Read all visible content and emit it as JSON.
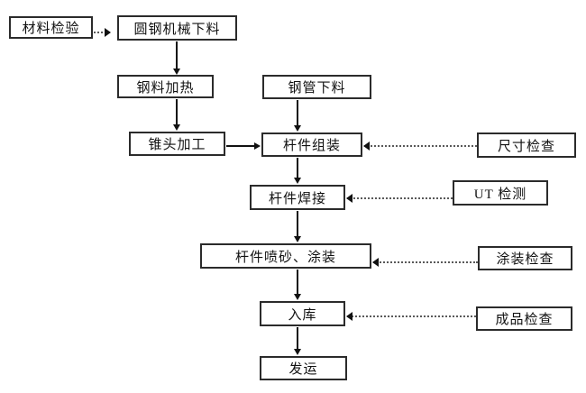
{
  "diagram": {
    "type": "flowchart",
    "language": "zh-CN",
    "description_of_flow": "fabrication process flow with quality inspection feedback steps",
    "nodes": {
      "material_inspection": {
        "label": "材料检验"
      },
      "round_steel_cutting": {
        "label": "圆钢机械下料"
      },
      "steel_heating": {
        "label": "钢料加热"
      },
      "steel_pipe_cutting": {
        "label": "钢管下料"
      },
      "cone_head_processing": {
        "label": "锥头加工"
      },
      "member_assembly": {
        "label": "杆件组装"
      },
      "dimension_check": {
        "label": "尺寸检查"
      },
      "member_welding": {
        "label": "杆件焊接"
      },
      "ut_testing": {
        "label": "UT 检测"
      },
      "sandblast_painting": {
        "label": "杆件喷砂、涂装"
      },
      "painting_check": {
        "label": "涂装检查"
      },
      "warehousing": {
        "label": "入库"
      },
      "finished_check": {
        "label": "成品检查"
      },
      "shipping": {
        "label": "发运"
      }
    },
    "edges": [
      {
        "from": "material_inspection",
        "to": "round_steel_cutting",
        "style": "dotted",
        "direction": "right"
      },
      {
        "from": "round_steel_cutting",
        "to": "steel_heating",
        "style": "solid",
        "direction": "down"
      },
      {
        "from": "steel_heating",
        "to": "cone_head_processing",
        "style": "solid",
        "direction": "down"
      },
      {
        "from": "steel_pipe_cutting",
        "to": "member_assembly",
        "style": "solid",
        "direction": "down"
      },
      {
        "from": "cone_head_processing",
        "to": "member_assembly",
        "style": "solid",
        "direction": "right"
      },
      {
        "from": "dimension_check",
        "to": "member_assembly",
        "style": "dotted",
        "direction": "left"
      },
      {
        "from": "member_assembly",
        "to": "member_welding",
        "style": "solid",
        "direction": "down"
      },
      {
        "from": "ut_testing",
        "to": "member_welding",
        "style": "dotted",
        "direction": "left"
      },
      {
        "from": "member_welding",
        "to": "sandblast_painting",
        "style": "solid",
        "direction": "down"
      },
      {
        "from": "painting_check",
        "to": "sandblast_painting",
        "style": "dotted",
        "direction": "left"
      },
      {
        "from": "sandblast_painting",
        "to": "warehousing",
        "style": "solid",
        "direction": "down"
      },
      {
        "from": "finished_check",
        "to": "warehousing",
        "style": "dotted",
        "direction": "left"
      },
      {
        "from": "warehousing",
        "to": "shipping",
        "style": "solid",
        "direction": "down"
      }
    ],
    "colors": {
      "background": "#ffffff",
      "box_fill": "#ffffff",
      "box_border": "#2b2b2b",
      "text": "#111111",
      "solid_arrow": "#111111",
      "dotted_line": "#595959"
    }
  }
}
